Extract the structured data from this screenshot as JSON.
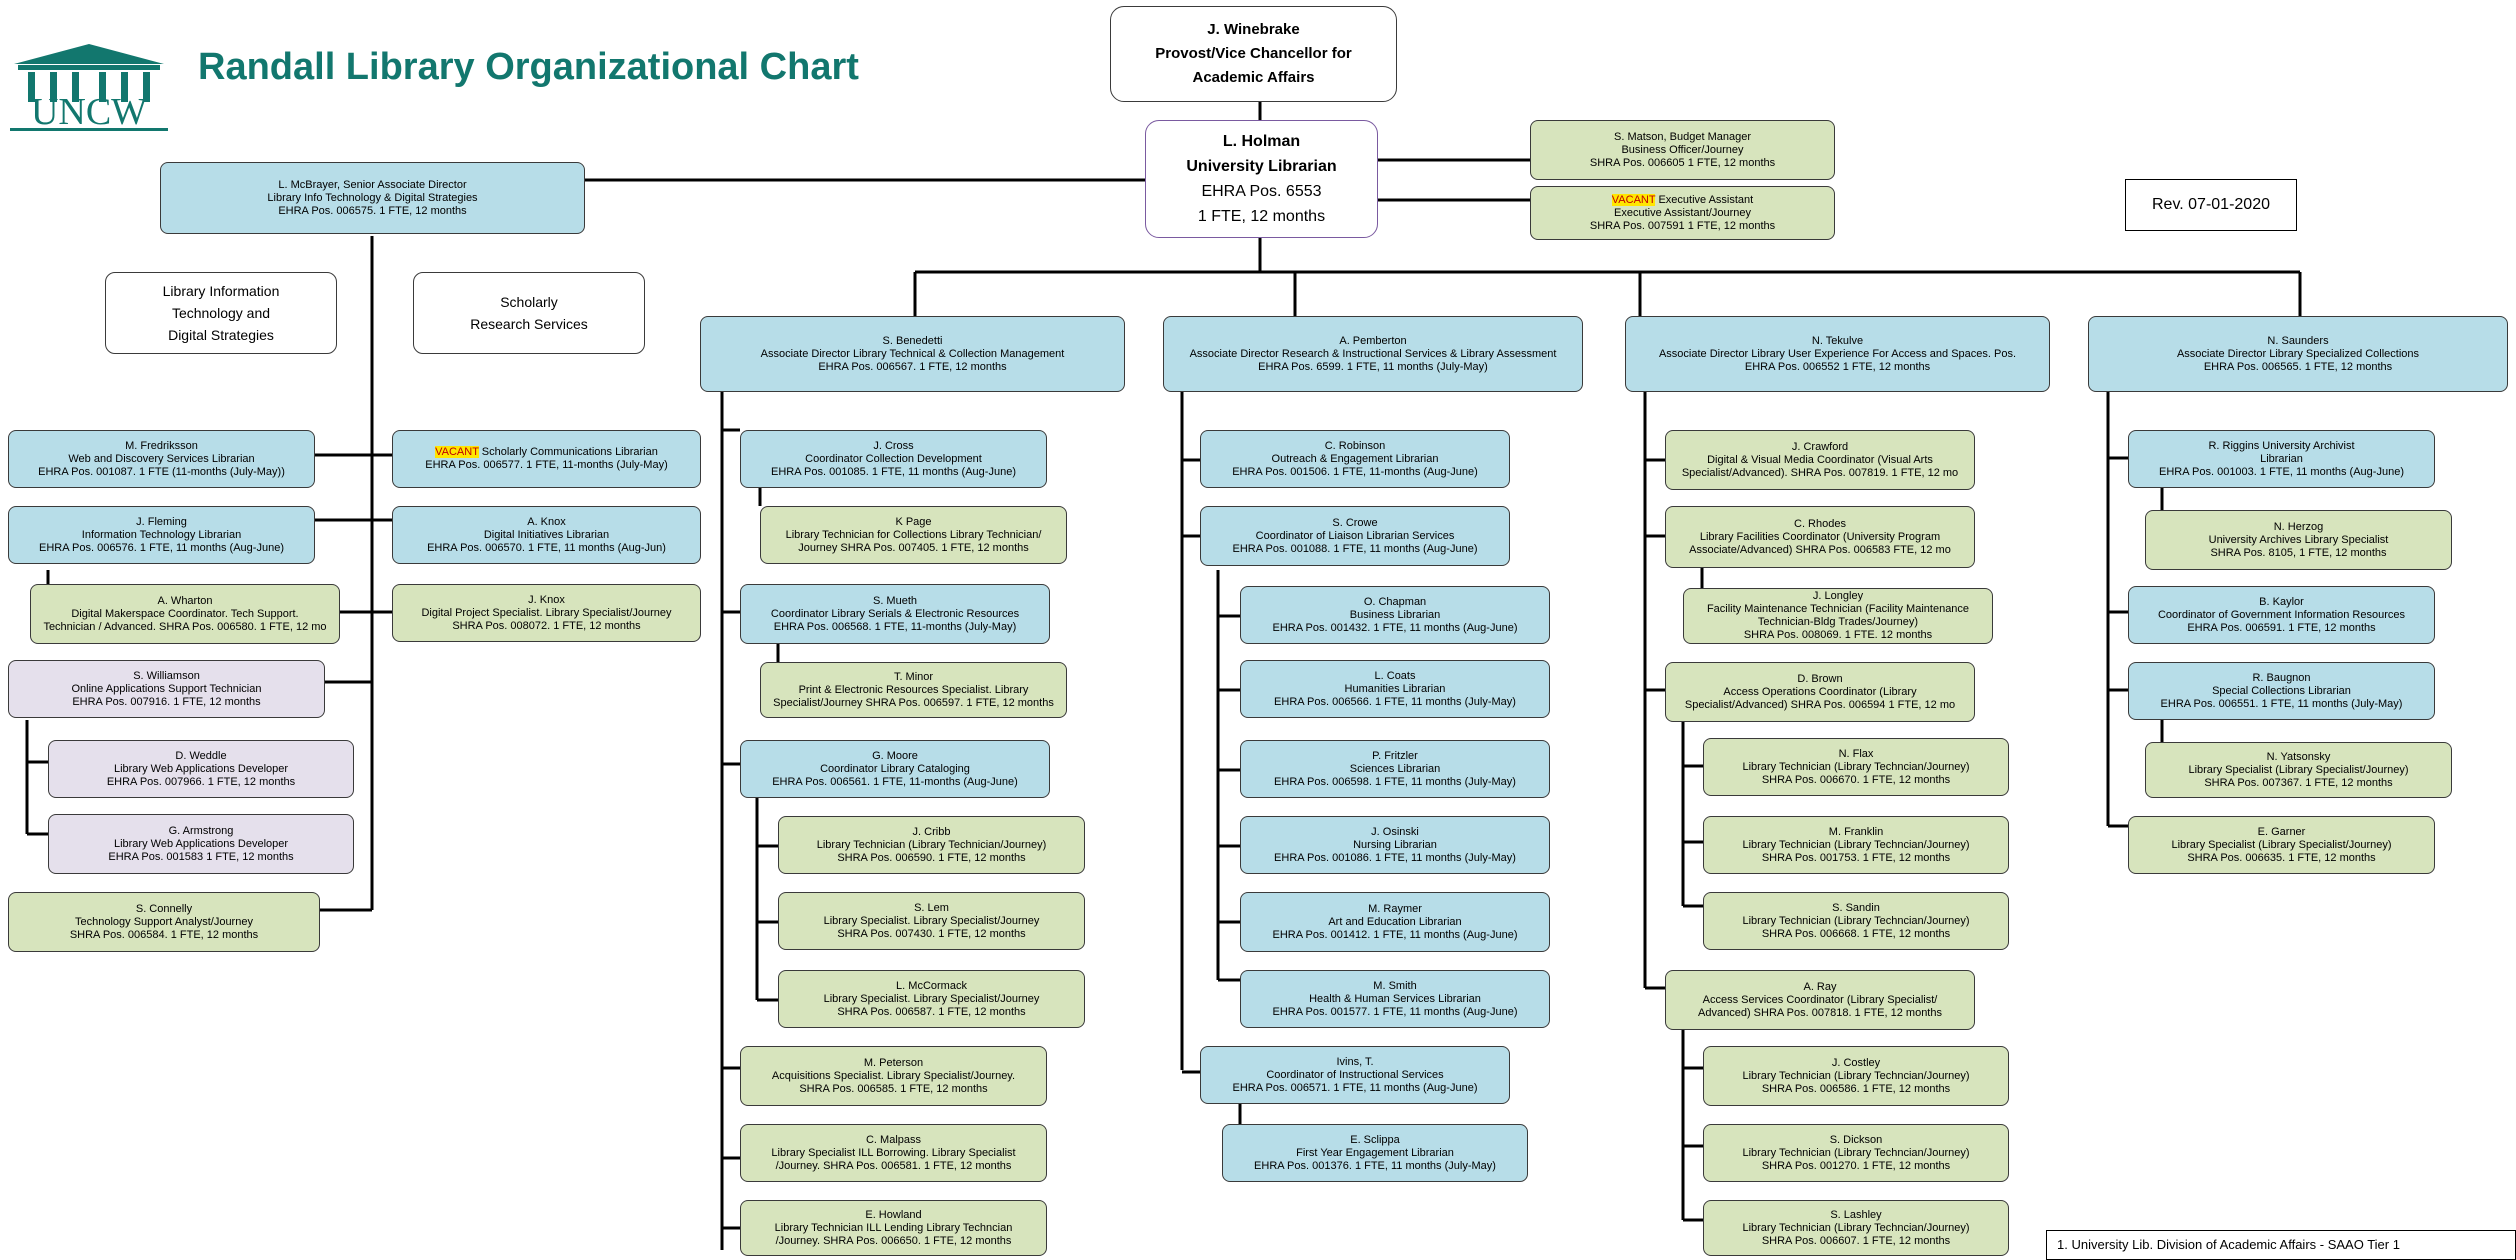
{
  "title": "Randall Library Organizational Chart",
  "logo_text": "UNCW",
  "revision": "Rev. 07-01-2020",
  "footnote": "1. University Lib. Division of Academic Affairs - SAAO Tier 1",
  "vacant_word": "VACANT",
  "colors": {
    "blue": "#b7dde8",
    "green": "#d7e4bd",
    "purple": "#e5e0ec",
    "title": "#12776e",
    "vacant": "#ffe600"
  },
  "top": {
    "provost": [
      "J. Winebrake",
      "Provost/Vice Chancellor for",
      "Academic Affairs"
    ],
    "holman": [
      "L. Holman",
      "University Librarian",
      "EHRA Pos. 6553",
      "1 FTE, 12 months"
    ],
    "matson": [
      "S. Matson, Budget Manager",
      "Business Officer/Journey",
      "SHRA Pos. 006605  1 FTE, 12 months"
    ],
    "exec_assistant": [
      "Executive Assistant",
      "Executive Assistant/Journey",
      "SHRA Pos. 007591  1 FTE, 12 months"
    ]
  },
  "left": {
    "mcbrayer": [
      "L. McBrayer, Senior Associate Director",
      "Library Info Technology & Digital Strategies",
      "EHRA Pos. 006575. 1 FTE, 12 months"
    ],
    "label_lits": [
      "Library Information",
      "Technology and",
      "Digital Strategies"
    ],
    "label_srs": [
      "Scholarly",
      "Research Services"
    ],
    "fredriksson": [
      "M. Fredriksson",
      "Web and Discovery Services Librarian",
      "EHRA Pos. 001087.  1 FTE (11-months (July-May))"
    ],
    "fleming": [
      "J. Fleming",
      "Information Technology Librarian",
      "EHRA Pos. 006576.  1 FTE, 11 months (Aug-June)"
    ],
    "wharton": [
      "A. Wharton",
      "Digital Makerspace Coordinator. Tech Support.",
      "Technician / Advanced. SHRA Pos. 006580. 1 FTE, 12 mo"
    ],
    "williamson": [
      "S. Williamson",
      "Online Applications Support Technician",
      "EHRA Pos. 007916.  1 FTE, 12 months"
    ],
    "weddle": [
      "D. Weddle",
      "Library Web  Applications Developer",
      "EHRA Pos. 007966.  1 FTE, 12 months"
    ],
    "armstrong": [
      "G. Armstrong",
      "Library Web Applications Developer",
      "EHRA Pos. 001583  1 FTE, 12 months"
    ],
    "connelly": [
      "S. Connelly",
      "Technology Support Analyst/Journey",
      "SHRA Pos. 006584.  1 FTE, 12 months"
    ],
    "scholarly_comm": [
      "Scholarly Communications Librarian",
      "EHRA Pos. 006577.  1 FTE, 11-months (July-May)"
    ],
    "aknox": [
      "A. Knox",
      "Digital Initiatives Librarian",
      "EHRA Pos. 006570.  1 FTE, 11 months (Aug-Jun)"
    ],
    "jknox": [
      "J. Knox",
      "Digital Project Specialist. Library Specialist/Journey",
      "SHRA Pos. 008072.  1 FTE, 12 months"
    ]
  },
  "benedetti": {
    "head": [
      "S. Benedetti",
      "Associate Director Library Technical & Collection Management",
      "EHRA Pos. 006567. 1 FTE, 12 months"
    ],
    "cross": [
      "J. Cross",
      "Coordinator Collection Development",
      "EHRA Pos. 001085.  1 FTE, 11 months (Aug-June)"
    ],
    "page": [
      "K Page",
      "Library Technician for Collections Library Technician/",
      "Journey          SHRA Pos. 007405.  1 FTE, 12 months"
    ],
    "mueth": [
      "S. Mueth",
      "Coordinator Library Serials & Electronic Resources",
      "EHRA Pos. 006568.  1 FTE, 11-months (July-May)"
    ],
    "minor": [
      "T. Minor",
      "Print & Electronic Resources Specialist. Library",
      "Specialist/Journey     SHRA Pos. 006597. 1 FTE, 12 months"
    ],
    "moore": [
      "G. Moore",
      "Coordinator Library Cataloging",
      "EHRA Pos. 006561. 1 FTE, 11-months (Aug-June)"
    ],
    "cribb": [
      "J. Cribb",
      "Library Technician (Library Technician/Journey)",
      "SHRA Pos. 006590.  1 FTE, 12 months"
    ],
    "lem": [
      "S. Lem",
      "Library Specialist. Library Specialist/Journey",
      "SHRA Pos.  007430. 1 FTE, 12 months"
    ],
    "mccormack": [
      "L. McCormack",
      "Library Specialist. Library Specialist/Journey",
      "SHRA Pos. 006587. 1 FTE, 12 months"
    ],
    "peterson": [
      "M. Peterson",
      "Acquisitions Specialist. Library Specialist/Journey.",
      "SHRA Pos. 006585.  1 FTE, 12 months"
    ],
    "malpass": [
      "C. Malpass",
      "Library Specialist ILL Borrowing. Library Specialist",
      "/Journey.       SHRA Pos. 006581. 1 FTE, 12 months"
    ],
    "howland": [
      "E. Howland",
      "Library Technician ILL Lending Library Techncian",
      "/Journey.       SHRA Pos. 006650. 1 FTE, 12 months"
    ]
  },
  "pemberton": {
    "head": [
      "A. Pemberton",
      "Associate Director Research & Instructional Services & Library Assessment",
      "EHRA Pos. 6599. 1 FTE, 11 months (July-May)"
    ],
    "robinson": [
      "C. Robinson",
      "Outreach & Engagement Librarian",
      "EHRA Pos. 001506. 1 FTE, 11-months (Aug-June)"
    ],
    "crowe": [
      "S. Crowe",
      "Coordinator of Liaison Librarian Services",
      "EHRA Pos. 001088. 1 FTE, 11 months (Aug-June)"
    ],
    "chapman": [
      "O. Chapman",
      "Business Librarian",
      "EHRA Pos. 001432. 1 FTE, 11 months (Aug-June)"
    ],
    "coats": [
      "L. Coats",
      "Humanities Librarian",
      "EHRA Pos. 006566. 1 FTE, 11 months (July-May)"
    ],
    "fritzler": [
      "P. Fritzler",
      "Sciences Librarian",
      "EHRA Pos. 006598. 1 FTE, 11 months (July-May)"
    ],
    "osinski": [
      "J. Osinski",
      "Nursing Librarian",
      "EHRA Pos. 001086. 1 FTE, 11 months (July-May)"
    ],
    "raymer": [
      "M. Raymer",
      "Art and Education Librarian",
      "EHRA Pos. 001412. 1 FTE, 11 months (Aug-June)"
    ],
    "smith": [
      "M. Smith",
      "Health & Human Services Librarian",
      "EHRA Pos. 001577. 1 FTE, 11 months (Aug-June)"
    ],
    "ivins": [
      "Ivins, T.",
      "Coordinator of Instructional Services",
      "EHRA Pos. 006571. 1 FTE, 11 months (Aug-June)"
    ],
    "sclippa": [
      "E. Sclippa",
      "First Year Engagement Librarian",
      "EHRA Pos. 001376. 1 FTE, 11 months (July-May)"
    ]
  },
  "tekulve": {
    "head": [
      "N. Tekulve",
      "Associate Director Library User Experience For Access and Spaces.  Pos.",
      "EHRA Pos. 006552   1 FTE, 12 months"
    ],
    "crawford": [
      "J. Crawford",
      "Digital & Visual Media Coordinator (Visual Arts",
      "Specialist/Advanced). SHRA Pos. 007819. 1 FTE, 12 mo"
    ],
    "rhodes": [
      "C. Rhodes",
      "Library Facilities Coordinator (University Program",
      "Associate/Advanced) SHRA Pos. 006583  FTE, 12 mo"
    ],
    "longley": [
      "J. Longley",
      "Facility Maintenance Technician (Facility Maintenance",
      "Technician-Bldg Trades/Journey)",
      "SHRA Pos. 008069. 1 FTE. 12 months"
    ],
    "brown": [
      "D. Brown",
      "Access Operations Coordinator (Library",
      "Specialist/Advanced) SHRA Pos. 006594 1 FTE, 12 mo"
    ],
    "flax": [
      "N. Flax",
      "Library Technician (Library Techncian/Journey)",
      "SHRA Pos. 006670.  1 FTE, 12 months"
    ],
    "franklin": [
      "M. Franklin",
      "Library Technician (Library Techncian/Journey)",
      "SHRA Pos. 001753.  1 FTE, 12 months"
    ],
    "sandin": [
      "S. Sandin",
      "Library Technician (Library Techncian/Journey)",
      "SHRA Pos. 006668.  1 FTE, 12 months"
    ],
    "ray": [
      "A. Ray",
      "Access Services Coordinator (Library Specialist/",
      "Advanced)     SHRA Pos. 007818. 1 FTE, 12 months"
    ],
    "costley": [
      "J. Costley",
      "Library Technician (Library Techncian/Journey)",
      "SHRA Pos. 006586. 1 FTE, 12 months"
    ],
    "dickson": [
      "S. Dickson",
      "Library Technician (Library Techncian/Journey)",
      "SHRA Pos. 001270.  1 FTE, 12 months"
    ],
    "lashley": [
      "S. Lashley",
      "Library Technician (Library Techncian/Journey)",
      "SHRA Pos. 006607.  1 FTE, 12 months"
    ]
  },
  "saunders": {
    "head": [
      "N. Saunders",
      "Associate Director Library Specialized Collections",
      "EHRA Pos. 006565.  1 FTE, 12 months"
    ],
    "riggins": [
      "R. Riggins University Archivist",
      "Librarian",
      "EHRA Pos. 001003.  1 FTE, 11 months (Aug-June)"
    ],
    "herzog": [
      "N. Herzog",
      "University Archives Library Specialist",
      "SHRA Pos. 8105,  1 FTE, 12 months"
    ],
    "kaylor": [
      "B. Kaylor",
      "Coordinator of Government Information Resources",
      "EHRA Pos. 006591.  1 FTE, 12 months"
    ],
    "baugnon": [
      "R. Baugnon",
      "Special Collections Librarian",
      "EHRA Pos. 006551.  1 FTE, 11 months (July-May)"
    ],
    "yatsonsky": [
      "N. Yatsonsky",
      "Library Specialist (Library Specialist/Journey)",
      "SHRA Pos. 007367.  1 FTE, 12 months"
    ],
    "garner": [
      "E. Garner",
      "Library Specialist (Library Specialist/Journey)",
      "SHRA Pos. 006635.  1 FTE, 12 months"
    ]
  }
}
